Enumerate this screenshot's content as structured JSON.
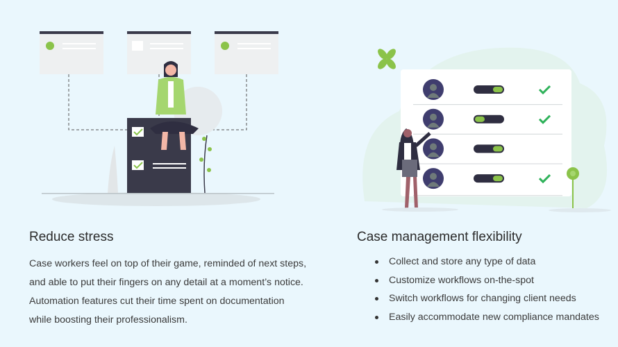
{
  "left": {
    "title": "Reduce stress",
    "paragraph_lines": [
      "Case workers feel on top of their game, reminded of next steps,",
      "and able to put their fingers on any detail at a moment’s notice.",
      "Automation features cut their time spent on documentation",
      "while boosting their professionalism."
    ]
  },
  "right": {
    "title": "Case management flexibility",
    "bullets": [
      "Collect and store any type of data",
      "Customize workflows on-the-spot",
      "Switch workflows for changing client needs",
      "Easily accommodate new compliance mandates"
    ],
    "rows": [
      {
        "toggle": "on-right",
        "checked": true
      },
      {
        "toggle": "on-left",
        "checked": true
      },
      {
        "toggle": "on-right",
        "checked": false
      },
      {
        "toggle": "on-right",
        "checked": true
      }
    ]
  },
  "colors": {
    "background": "#eaf7fd",
    "accent_green": "#8bc34a",
    "check_green": "#2fb25a",
    "dark": "#3a3a4a",
    "avatar": "#3f3d6e"
  }
}
